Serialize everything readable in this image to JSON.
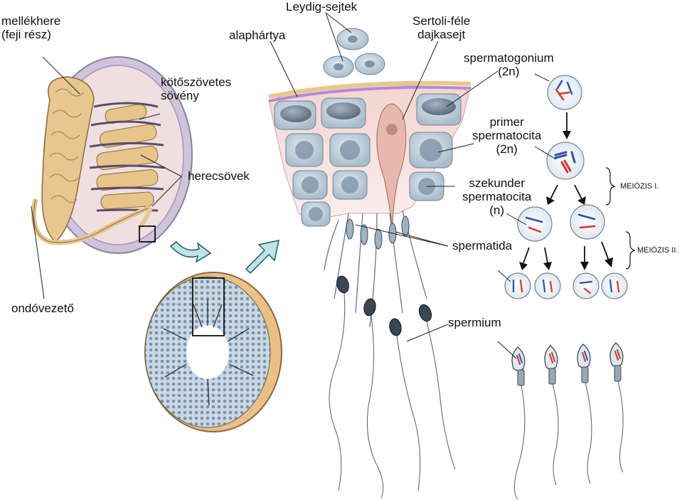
{
  "labels": {
    "mellekhere": [
      "mellékhere",
      "(feji rész)"
    ],
    "alaphartya": "alaphártya",
    "leydig": "Leydig-sejtek",
    "sertoli": [
      "Sertoli-féle",
      "dajkasejt"
    ],
    "kotoszovetes": [
      "kötőszövetes",
      "sövény"
    ],
    "spermatogonium": [
      "spermatogonium",
      "(2n)"
    ],
    "primer": [
      "primer",
      "spermatocita",
      "(2n)"
    ],
    "herecsovek": "herecsövek",
    "szekunder": [
      "szekunder",
      "spermatocita",
      "(n)"
    ],
    "meiozis1": "MEIÓZIS I.",
    "spermatida": "spermatida",
    "meiozis2": "MEIÓZIS II.",
    "ondovezeto": "ondóvezető",
    "spermium": "spermium"
  },
  "colors": {
    "chromosome_red": "#d8352a",
    "chromosome_blue": "#2b4fb8",
    "membrane_purple": "#b28ad8",
    "tissue_pink": "#f3d7d3",
    "cell_blue": "#c6d6e1",
    "tubule_tan": "#e8c88a"
  }
}
